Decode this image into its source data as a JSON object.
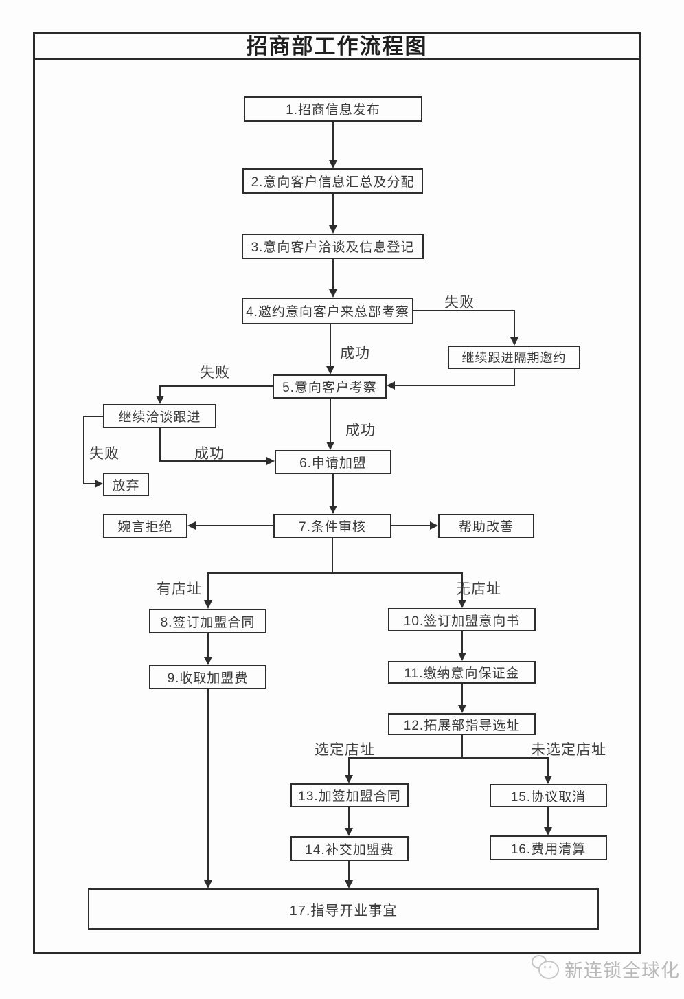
{
  "title": "招商部工作流程图",
  "flowchart": {
    "steps": [
      {
        "label": "1.招商信息发布"
      },
      {
        "label": "2.意向客户信息汇总及分配"
      },
      {
        "label": "3.意向客户洽谈及信息登记"
      },
      {
        "label": "4.邀约意向客户来总部考察"
      },
      {
        "label": "继续跟进隔期邀约"
      },
      {
        "label": "5.意向客户考察"
      },
      {
        "label": "继续洽谈跟进"
      },
      {
        "label": "放弃"
      },
      {
        "label": "6.申请加盟"
      },
      {
        "label": "婉言拒绝"
      },
      {
        "label": "7.条件审核"
      },
      {
        "label": "帮助改善"
      },
      {
        "label": "8.签订加盟合同"
      },
      {
        "label": "9.收取加盟费"
      },
      {
        "label": "10.签订加盟意向书"
      },
      {
        "label": "11.缴纳意向保证金"
      },
      {
        "label": "12.拓展部指导选址"
      },
      {
        "label": "13.加签加盟合同"
      },
      {
        "label": "14.补交加盟费"
      },
      {
        "label": "15.协议取消"
      },
      {
        "label": "16.费用清算"
      },
      {
        "label": "17.指导开业事宜"
      }
    ],
    "edge_labels": [
      {
        "text": "失败"
      },
      {
        "text": "成功"
      },
      {
        "text": "失败"
      },
      {
        "text": "成功"
      },
      {
        "text": "失败"
      },
      {
        "text": "成功"
      },
      {
        "text": "有店址"
      },
      {
        "text": "无店址"
      },
      {
        "text": "选定店址"
      },
      {
        "text": "未选定店址"
      }
    ]
  },
  "watermark": {
    "text": "新连锁全球化",
    "logo": "wechat-chat-bubbles-icon"
  },
  "colors": {
    "line": "#2d2d2d",
    "box_border": "#2d2d2d",
    "text": "#3a3a3a",
    "title": "#1f1f1f",
    "watermark": "#b9b9b9",
    "background": "#fdfdfd"
  }
}
